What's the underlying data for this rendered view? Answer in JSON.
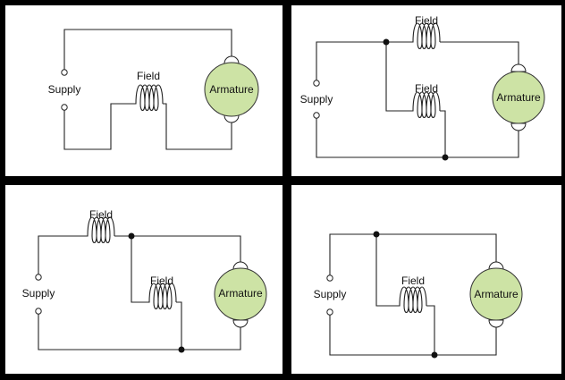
{
  "labels": {
    "supply": "Supply",
    "field": "Field",
    "armature": "Armature"
  },
  "colors": {
    "background": "#000000",
    "panel": "#ffffff",
    "armature_fill": "#cde3a5"
  },
  "panels": [
    {
      "id": "series",
      "connection": "series field"
    },
    {
      "id": "compound",
      "connection": "compound field"
    },
    {
      "id": "compound-alt",
      "connection": "compound field"
    },
    {
      "id": "shunt",
      "connection": "shunt field"
    }
  ]
}
